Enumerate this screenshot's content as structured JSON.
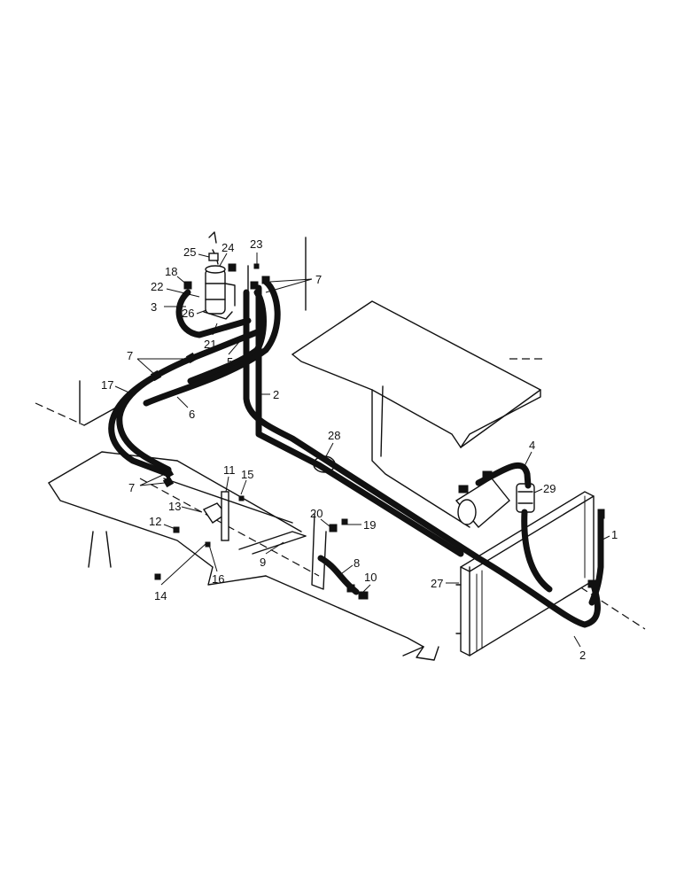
{
  "callouts": {
    "c1": "1",
    "c2a": "2",
    "c2b": "2",
    "c3": "3",
    "c4": "4",
    "c5": "5",
    "c6": "6",
    "c7a": "7",
    "c7b": "7",
    "c7c": "7",
    "c8": "8",
    "c9": "9",
    "c10": "10",
    "c11": "11",
    "c12": "12",
    "c13": "13",
    "c14": "14",
    "c15": "15",
    "c16": "16",
    "c17": "17",
    "c18": "18",
    "c19": "19",
    "c20": "20",
    "c21": "21",
    "c22": "22",
    "c23": "23",
    "c24": "24",
    "c25": "25",
    "c26": "26",
    "c27": "27",
    "c28": "28",
    "c29": "29"
  }
}
